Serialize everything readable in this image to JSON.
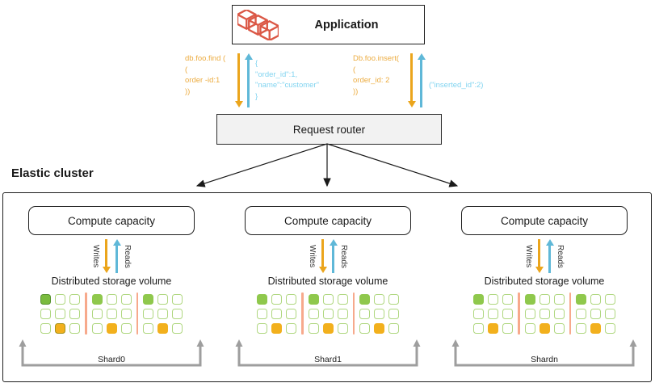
{
  "colors": {
    "gold": "#EBA51C",
    "gold-text": "#ECAC41",
    "blue": "#5FB8D8",
    "blue-text": "#82D4F0",
    "red": "#DB5846",
    "green-border": "#AFD77F",
    "green-fill": "#8FC84C",
    "green-dark-fill": "#7ABB3E",
    "green-dark-border": "#55922D",
    "yellow-fill": "#F2B01D",
    "yellow-dark-border": "#A6921C",
    "separator": "#F7A98C",
    "bracket": "#9E9E9E",
    "router-bg": "#F2F2F2"
  },
  "application": {
    "label": "Application",
    "icon": "application-cubes-icon"
  },
  "request_flows": {
    "find": {
      "request_lines": [
        "db.foo.find (",
        "(",
        "order -id:1",
        "))"
      ],
      "response_lines": [
        "{",
        "\"order_id\":1,",
        "\"name\":\"customer\"",
        "}"
      ]
    },
    "insert": {
      "request_lines": [
        "Db.foo.insert(",
        "(",
        "order_id: 2",
        "))"
      ],
      "response_lines": [
        "(\"inserted_id\":2)"
      ]
    }
  },
  "router": {
    "label": "Request router"
  },
  "cluster": {
    "title": "Elastic cluster",
    "columns": [
      {
        "compute_label": "Compute capacity",
        "writes_label": "Writes",
        "reads_label": "Reads",
        "storage_label": "Distributed storage volume",
        "shard_label": "Shard0",
        "grid_groups": [
          [
            [
              "gd",
              "e",
              "e"
            ],
            [
              "e",
              "e",
              "e"
            ],
            [
              "e",
              "yd",
              "e"
            ]
          ],
          [
            [
              "g",
              "e",
              "e"
            ],
            [
              "e",
              "e",
              "e"
            ],
            [
              "e",
              "y",
              "e"
            ]
          ],
          [
            [
              "g",
              "e",
              "e"
            ],
            [
              "e",
              "e",
              "e"
            ],
            [
              "e",
              "y",
              "e"
            ]
          ]
        ]
      },
      {
        "compute_label": "Compute capacity",
        "writes_label": "Writes",
        "reads_label": "Reads",
        "storage_label": "Distributed storage volume",
        "shard_label": "Shard1",
        "grid_groups": [
          [
            [
              "g",
              "e",
              "e"
            ],
            [
              "e",
              "e",
              "e"
            ],
            [
              "e",
              "y",
              "e"
            ]
          ],
          [
            [
              "g",
              "e",
              "e"
            ],
            [
              "e",
              "e",
              "e"
            ],
            [
              "e",
              "y",
              "e"
            ]
          ],
          [
            [
              "g",
              "e",
              "e"
            ],
            [
              "e",
              "e",
              "e"
            ],
            [
              "e",
              "y",
              "e"
            ]
          ]
        ]
      },
      {
        "compute_label": "Compute capacity",
        "writes_label": "Writes",
        "reads_label": "Reads",
        "storage_label": "Distributed storage volume",
        "shard_label": "Shardn",
        "grid_groups": [
          [
            [
              "g",
              "e",
              "e"
            ],
            [
              "e",
              "e",
              "e"
            ],
            [
              "e",
              "y",
              "e"
            ]
          ],
          [
            [
              "g",
              "e",
              "e"
            ],
            [
              "e",
              "e",
              "e"
            ],
            [
              "e",
              "y",
              "e"
            ]
          ],
          [
            [
              "g",
              "e",
              "e"
            ],
            [
              "e",
              "e",
              "e"
            ],
            [
              "e",
              "y",
              "e"
            ]
          ]
        ]
      }
    ]
  }
}
